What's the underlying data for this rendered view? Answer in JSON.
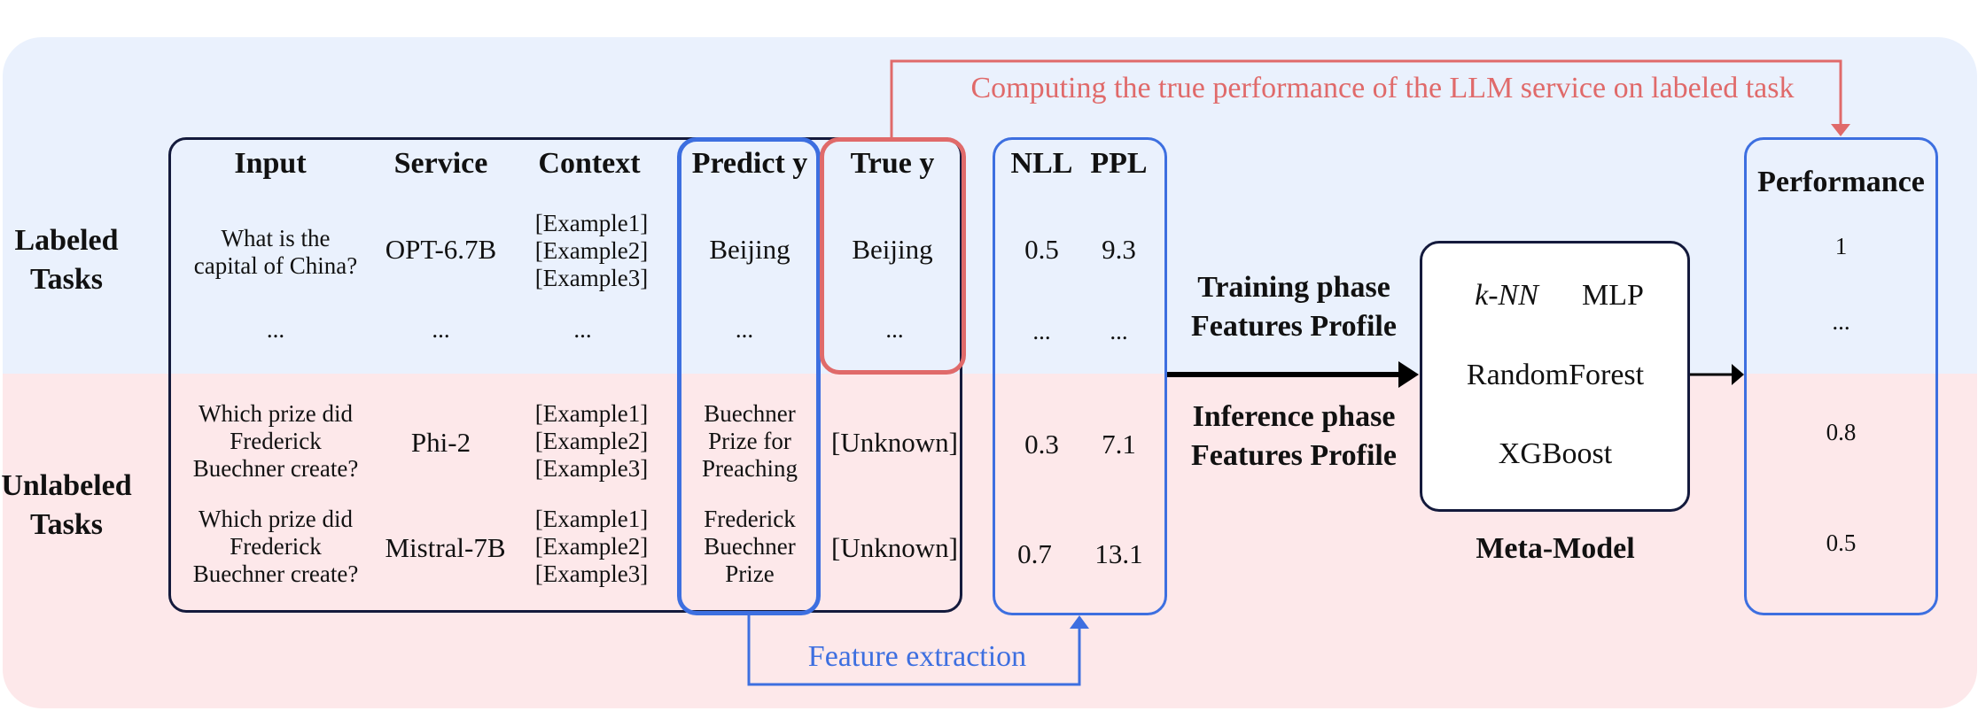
{
  "row_labels": {
    "labeled": "Labeled\nTasks",
    "unlabeled": "Unlabeled\nTasks"
  },
  "table": {
    "headers": {
      "input": "Input",
      "service": "Service",
      "context": "Context",
      "predict": "Predict y",
      "true": "True y"
    },
    "rows": [
      {
        "input": "What is the\ncapital of China?",
        "service": "OPT-6.7B",
        "context": "[Example1]\n[Example2]\n[Example3]",
        "predict": "Beijing",
        "true": "Beijing"
      },
      {
        "input": "...",
        "service": "...",
        "context": "...",
        "predict": "...",
        "true": "..."
      },
      {
        "input": "Which prize did\nFrederick\nBuechner create?",
        "service": "Phi-2",
        "context": "[Example1]\n[Example2]\n[Example3]",
        "predict": "Buechner\nPrize for\nPreaching",
        "true": "[Unknown]"
      },
      {
        "input": "Which prize did\nFrederick\nBuechner create?",
        "service": "Mistral-7B",
        "context": "[Example1]\n[Example2]\n[Example3]",
        "predict": "Frederick\nBuechner\nPrize",
        "true": "[Unknown]"
      }
    ]
  },
  "features": {
    "headers": {
      "nll": "NLL",
      "ppl": "PPL"
    },
    "rows": [
      {
        "nll": "0.5",
        "ppl": "9.3"
      },
      {
        "nll": "...",
        "ppl": "..."
      },
      {
        "nll": "0.3",
        "ppl": "7.1"
      },
      {
        "nll": "0.7",
        "ppl": "13.1"
      }
    ]
  },
  "phases": {
    "training": "Training phase\nFeatures Profile",
    "inference": "Inference phase\nFeatures Profile"
  },
  "meta_model": {
    "knn": "k-NN",
    "mlp": "MLP",
    "rf": "RandomForest",
    "xgb": "XGBoost",
    "title": "Meta-Model"
  },
  "performance": {
    "header": "Performance",
    "values": [
      "1",
      "...",
      "0.8",
      "0.5"
    ]
  },
  "annotations": {
    "true_perf": "Computing the true performance of the LLM service on labeled task",
    "feature_extraction": "Feature extraction"
  },
  "colors": {
    "labeled_bg": "#eaf1fd",
    "unlabeled_bg": "#fde8ea",
    "blue": "#3d6fe0",
    "red": "#e06a6a",
    "dark": "#141a3c"
  }
}
